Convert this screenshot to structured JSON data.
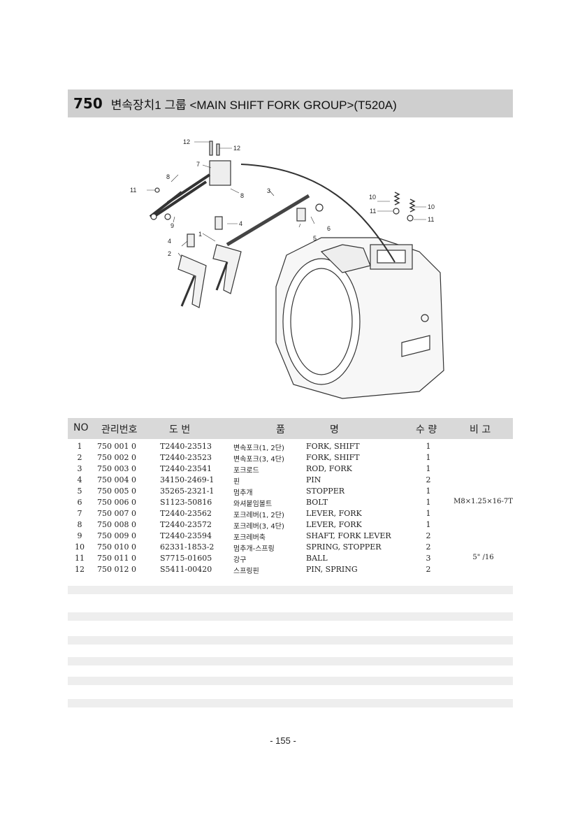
{
  "header": {
    "group_no": "750",
    "title": "변속장치1 그룹 <MAIN SHIFT FORK GROUP>(T520A)"
  },
  "diagram": {
    "callouts": [
      "12",
      "12",
      "7",
      "8",
      "11",
      "8",
      "3",
      "10",
      "10",
      "11",
      "11",
      "9",
      "4",
      "6",
      "5",
      "1",
      "4",
      "2"
    ]
  },
  "table": {
    "headers": {
      "no": "NO",
      "code": "관리번호",
      "part": "도    번",
      "name1": "품",
      "name2": "명",
      "qty": "수 량",
      "remark": "비  고"
    },
    "rows": [
      {
        "no": "1",
        "code": "750  001  0",
        "part": "T2440-23513",
        "kor": "변속포크(1, 2단)",
        "eng": "FORK, SHIFT",
        "qty": "1",
        "remark": ""
      },
      {
        "no": "2",
        "code": "750  002  0",
        "part": "T2440-23523",
        "kor": "변속포크(3, 4단)",
        "eng": "FORK, SHIFT",
        "qty": "1",
        "remark": ""
      },
      {
        "no": "3",
        "code": "750  003  0",
        "part": "T2440-23541",
        "kor": "포크로드",
        "eng": "ROD, FORK",
        "qty": "1",
        "remark": ""
      },
      {
        "no": "4",
        "code": "750  004  0",
        "part": "34150-2469-1",
        "kor": "핀",
        "eng": "PIN",
        "qty": "2",
        "remark": ""
      },
      {
        "no": "5",
        "code": "750  005  0",
        "part": "35265-2321-1",
        "kor": "멈추개",
        "eng": "STOPPER",
        "qty": "1",
        "remark": ""
      },
      {
        "no": "6",
        "code": "750  006  0",
        "part": "S1123-50816",
        "kor": "와셔붙임볼트",
        "eng": "BOLT",
        "qty": "1",
        "remark": "M8×1.25×16-7T"
      },
      {
        "no": "7",
        "code": "750  007  0",
        "part": "T2440-23562",
        "kor": "포크레버(1, 2단)",
        "eng": "LEVER, FORK",
        "qty": "1",
        "remark": ""
      },
      {
        "no": "8",
        "code": "750  008  0",
        "part": "T2440-23572",
        "kor": "포크레버(3, 4단)",
        "eng": "LEVER, FORK",
        "qty": "1",
        "remark": ""
      },
      {
        "no": "9",
        "code": "750  009  0",
        "part": "T2440-23594",
        "kor": "포크레버축",
        "eng": "SHAFT, FORK LEVER",
        "qty": "2",
        "remark": ""
      },
      {
        "no": "10",
        "code": "750  010  0",
        "part": "62331-1853-2",
        "kor": "멈추개-스프링",
        "eng": "SPRING, STOPPER",
        "qty": "2",
        "remark": ""
      },
      {
        "no": "11",
        "code": "750  011  0",
        "part": "S7715-01605",
        "kor": "강구",
        "eng": "BALL",
        "qty": "3",
        "remark": "5\" /16"
      },
      {
        "no": "12",
        "code": "750  012  0",
        "part": "S5411-00420",
        "kor": "스프링핀",
        "eng": "PIN, SPRING",
        "qty": "2",
        "remark": ""
      }
    ]
  },
  "footer": {
    "page": "- 155 -"
  }
}
